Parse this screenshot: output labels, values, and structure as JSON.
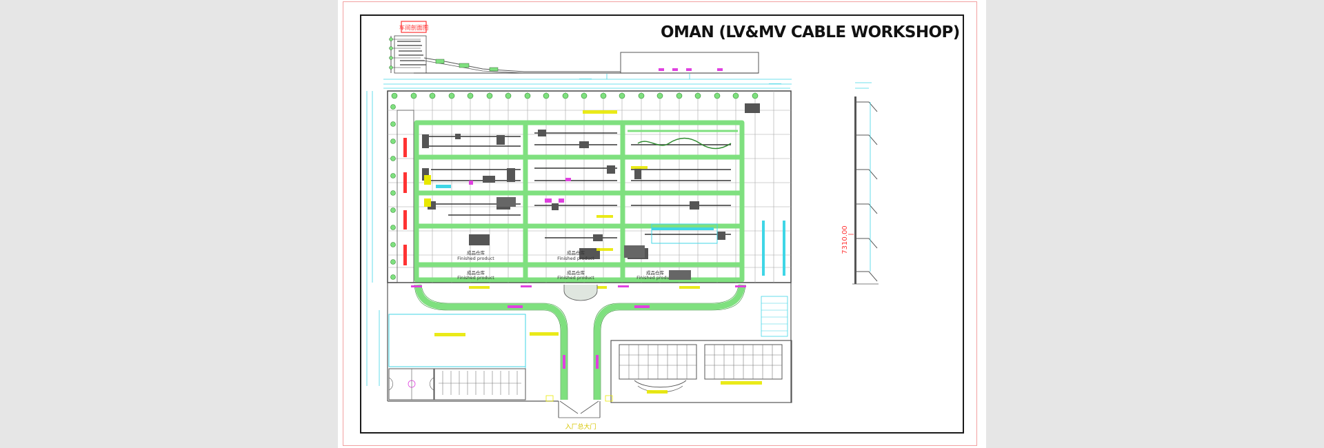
{
  "drawing": {
    "title": "OMAN (LV&MV CABLE WORKSHOP)",
    "section_label": "车间剖面图",
    "finished_product_cn": "成品仓库",
    "finished_product_en": "Finished product",
    "gate_label": "入厂总大门",
    "section_dim_label": "7310.00"
  },
  "colors": {
    "road": "#7fe07f",
    "grid": "#a6a6a6",
    "dimension": "#3fd6e6",
    "annotation_yellow": "#e8e800",
    "annotation_red": "#ff3333",
    "annotation_magenta": "#e040e0",
    "frame": "#1a1a1a"
  }
}
